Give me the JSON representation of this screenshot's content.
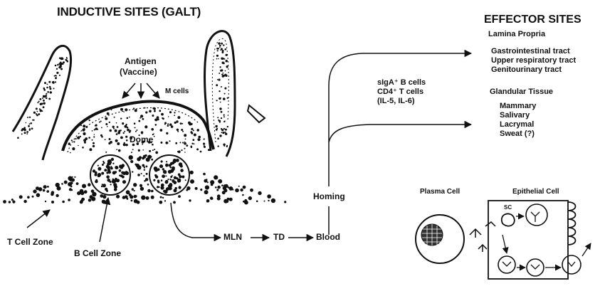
{
  "titles": {
    "inductive": "INDUCTIVE SITES (GALT)",
    "effector": "EFFECTOR SITES"
  },
  "galt": {
    "antigen": "Antigen",
    "vaccine": "(Vaccine)",
    "m_cells": "M cells",
    "dome": "Dome",
    "t_cell_zone": "T Cell Zone",
    "b_cell_zone": "B Cell Zone"
  },
  "pathway": {
    "mln": "MLN",
    "td": "TD",
    "blood": "Blood",
    "homing": "Homing"
  },
  "cells_text": {
    "line1": "sIgA⁺ B cells",
    "line2": "CD4⁺ T cells",
    "line3": "(IL-5, IL-6)"
  },
  "effector": {
    "lamina_propria": "Lamina Propria",
    "lamina_items": [
      "Gastrointestinal tract",
      "Upper respiratory tract",
      "Genitourinary tract"
    ],
    "glandular_tissue": "Glandular Tissue",
    "glandular_items": [
      "Mammary",
      "Salivary",
      "Lacrymal",
      "Sweat (?)"
    ]
  },
  "cells_panel": {
    "plasma_cell": "Plasma Cell",
    "epithelial_cell": "Epithelial Cell",
    "sc": "SC"
  }
}
